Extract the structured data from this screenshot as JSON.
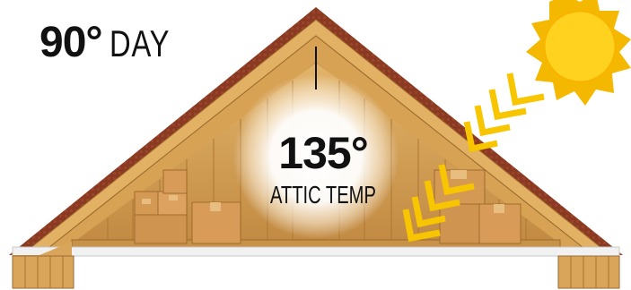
{
  "outdoor": {
    "temperature": "90°",
    "label": "DAY"
  },
  "attic": {
    "temperature": "135°",
    "label": "ATTIC TEMP"
  },
  "icons": [
    "sun-icon",
    "heat-ray-icon",
    "box-icon",
    "thermometer-line-icon"
  ],
  "colors": {
    "roof_shingles": "#8a3a22",
    "framing_wood": "#d9a55a",
    "interior_wood": "#c8944a",
    "sun_outer": "#f5b800",
    "sun_inner": "#ffd21f",
    "heat_rays": "#f7c600",
    "heat_glow": "#ffffff"
  }
}
